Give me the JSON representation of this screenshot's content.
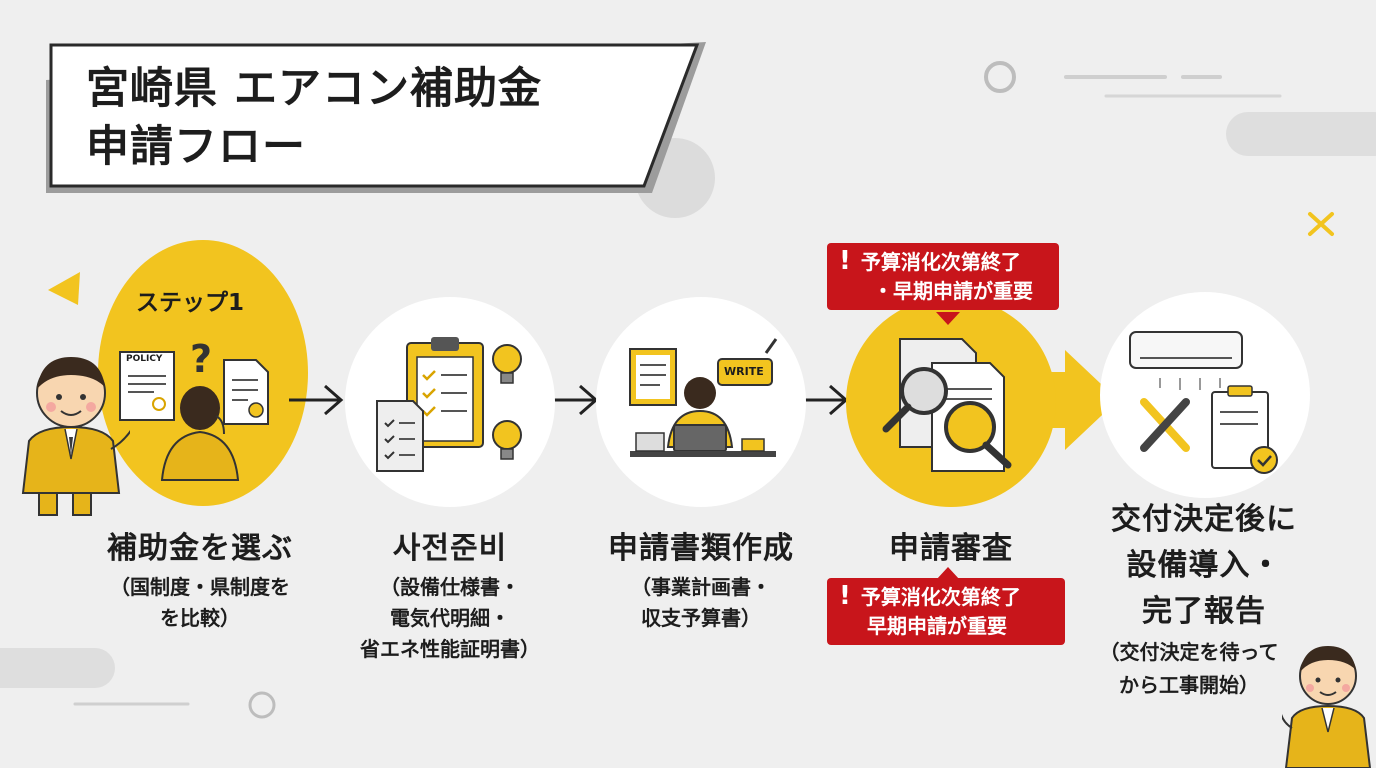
{
  "title": {
    "line1": "宮崎県 エアコン補助金",
    "line2": "申請フロー"
  },
  "steps": [
    {
      "badge": "ステップ1",
      "title": "補助金を選ぶ",
      "sub": [
        "（国制度・県制度を",
        "を比較）"
      ],
      "icon_label": "POLICY"
    },
    {
      "title": "사전준비",
      "sub": [
        "（設備仕様書・",
        "電気代明細・",
        "省エネ性能証明書）"
      ]
    },
    {
      "title": "申請書類作成",
      "sub": [
        "（事業計画書・",
        "収支予算書）"
      ],
      "icon_label": "WRITE"
    },
    {
      "title": "申請審査",
      "warning_top": [
        "予算消化次第終了",
        "・早期申請が重要"
      ],
      "warning_bottom": [
        "予算消化次第終了",
        "早期申請が重要"
      ]
    },
    {
      "title_lines": [
        "交付決定後に",
        "設備導入・",
        "完了報告"
      ],
      "sub": [
        "（交付決定を待って",
        "から工事開始）"
      ]
    }
  ],
  "warning_mark": "!",
  "colors": {
    "accent": "#f2c41f",
    "warning": "#c8151b",
    "background": "#efefef",
    "text": "#1d1d1d"
  },
  "icons": [
    "policy-document-icon",
    "question-mark-icon",
    "checklist-icon",
    "clipboard-icon",
    "lightbulb-icon",
    "laptop-person-icon",
    "magnifier-document-icon",
    "air-conditioner-icon",
    "tools-icon",
    "approved-clipboard-icon"
  ]
}
